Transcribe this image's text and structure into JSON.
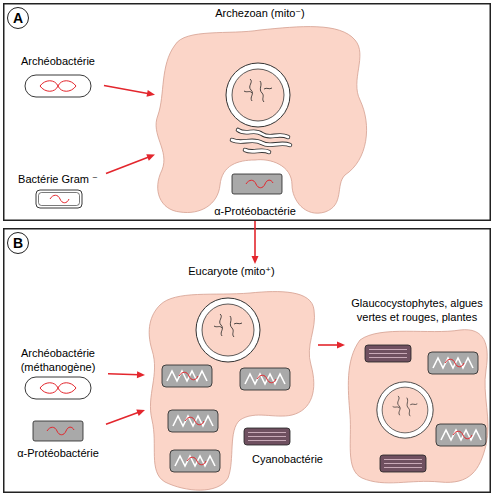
{
  "diagram": {
    "nodes": [
      {
        "text": [
          "A"
        ]
      },
      {
        "text": [
          "Archéobactérie"
        ],
        "in": 0
      },
      {
        "text": [
          "Bactérie Gram ⁻"
        ],
        "in": 0
      },
      {
        "text": [
          "Archezoan (mito⁻)"
        ],
        "in": 0
      },
      {
        "text": [
          "α-Protéobactérie"
        ],
        "in": 0
      },
      {
        "text": [
          "B"
        ]
      },
      {
        "text": [
          "Archéobactérie (méthanogène)"
        ],
        "in": 5
      },
      {
        "text": [
          "α-Protéobactérie"
        ],
        "in": 5
      },
      {
        "text": [
          "Eucaryote (mito⁺)"
        ],
        "in": 5
      },
      {
        "text": [
          "Cyanobactérie"
        ],
        "in": 5
      },
      {
        "text": [
          "Glaucocystophytes, algues vertes et rouges, plantes"
        ],
        "in": 5
      }
    ],
    "edges": [
      {
        "from": 1,
        "to": 3,
        "arrow": "to"
      },
      {
        "from": 2,
        "to": 3,
        "arrow": "to"
      },
      {
        "from": 0,
        "to": 8,
        "arrow": "to"
      },
      {
        "from": 6,
        "to": 8,
        "arrow": "to"
      },
      {
        "from": 7,
        "to": 8,
        "arrow": "to"
      },
      {
        "from": 8,
        "to": 10,
        "arrow": "to"
      }
    ]
  }
}
